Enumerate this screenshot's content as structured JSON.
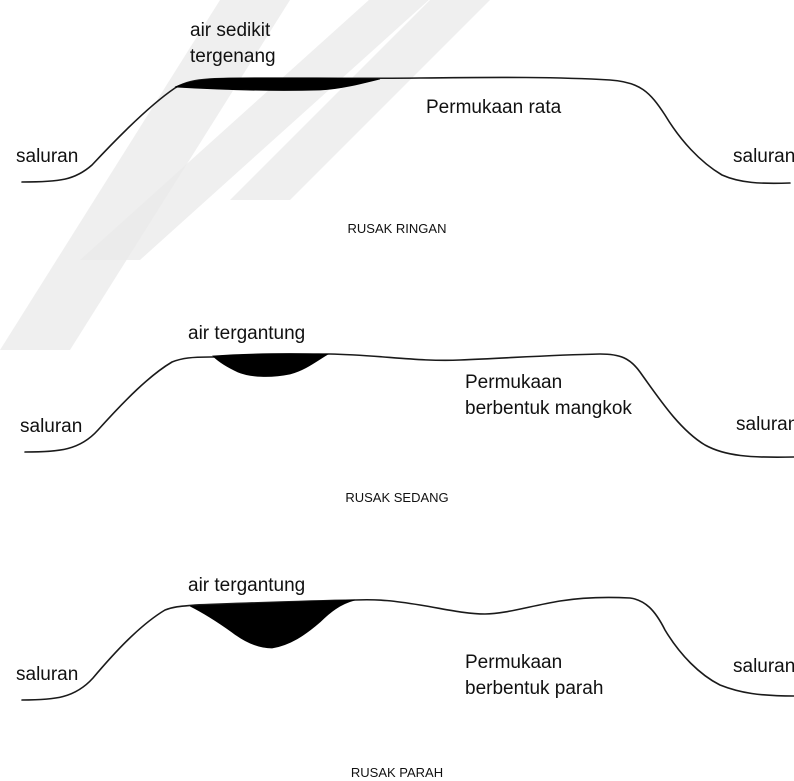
{
  "panels": [
    {
      "id": "ringan",
      "water_label_lines": [
        "air sedikit",
        "tergenang"
      ],
      "surface_label_lines": [
        "Permukaan rata"
      ],
      "left_channel_label": "saluran",
      "right_channel_label": "saluran",
      "caption": "RUSAK RINGAN"
    },
    {
      "id": "sedang",
      "water_label_lines": [
        "air tergantung"
      ],
      "surface_label_lines": [
        "Permukaan",
        "berbentuk mangkok"
      ],
      "left_channel_label": "saluran",
      "right_channel_label": "saluran",
      "caption": "RUSAK SEDANG"
    },
    {
      "id": "parah",
      "water_label_lines": [
        "air tergantung"
      ],
      "surface_label_lines": [
        "Permukaan",
        "berbentuk parah"
      ],
      "left_channel_label": "saluran",
      "right_channel_label": "saluran",
      "caption": "RUSAK PARAH"
    }
  ],
  "colors": {
    "line": "#1a1a1a",
    "water": "#000000",
    "watermark": "#e9e9e9"
  }
}
